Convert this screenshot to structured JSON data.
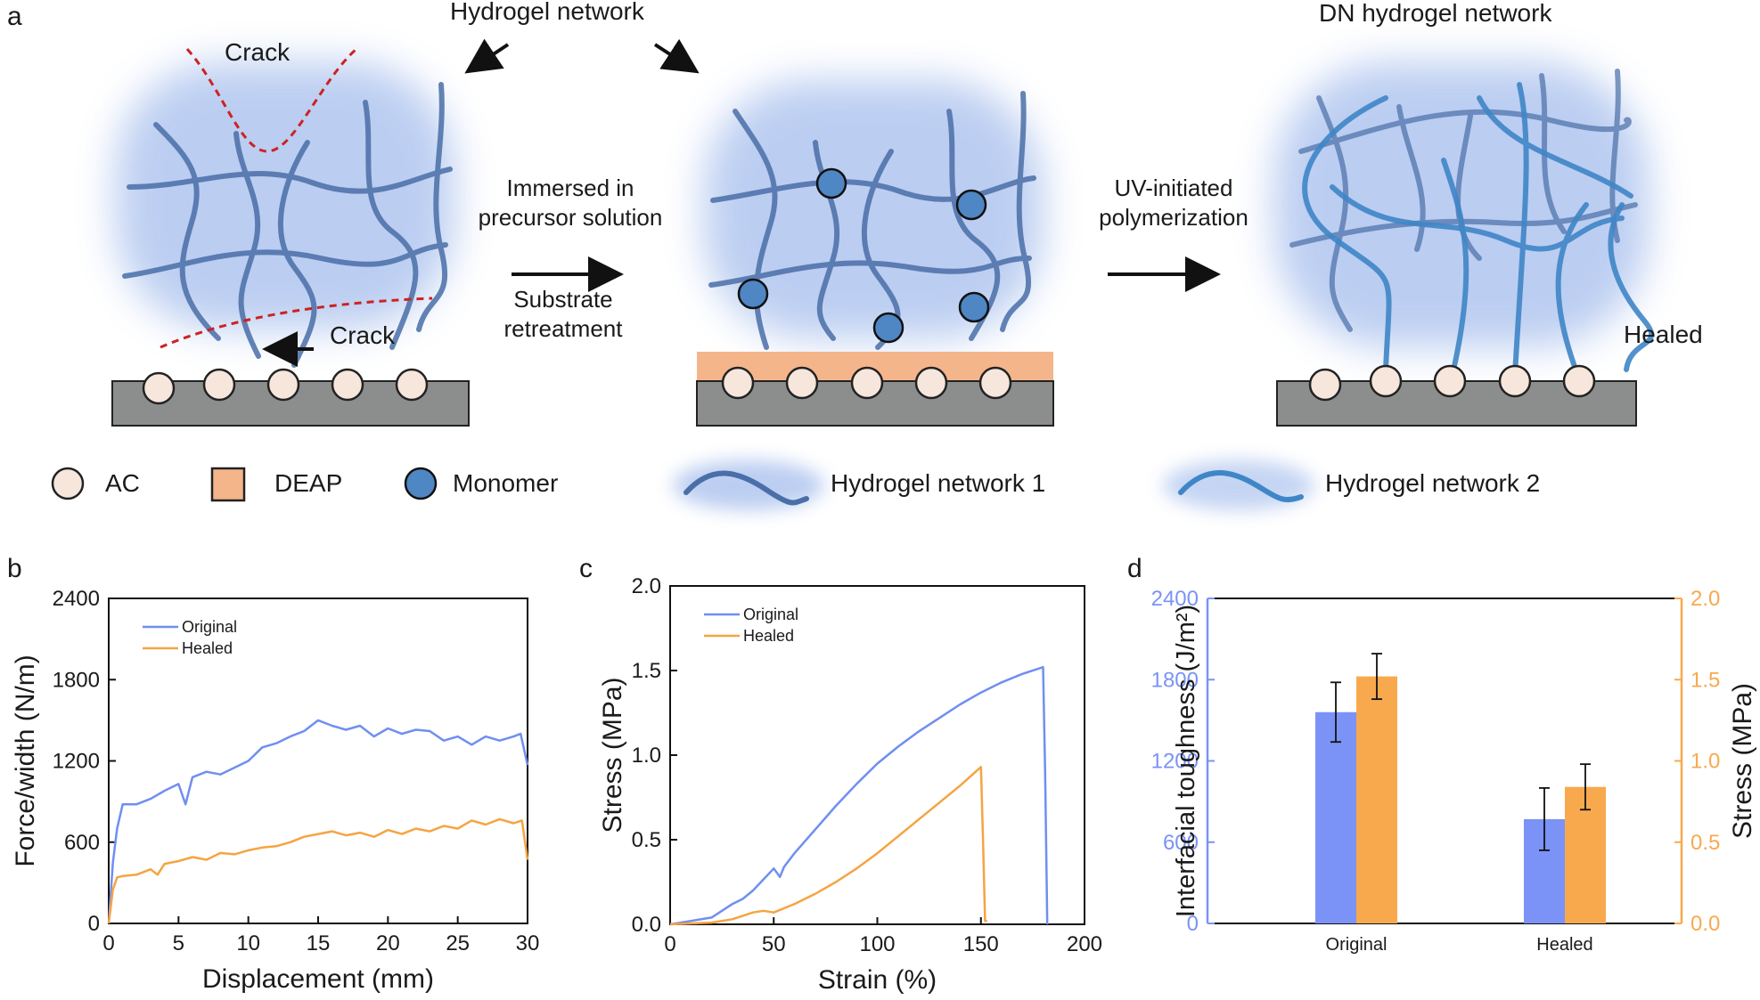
{
  "panel_a": {
    "letter": "a",
    "hydrogel_network": "Hydrogel network",
    "dn_network": "DN hydrogel network",
    "crack_top": "Crack",
    "crack_bottom": "Crack",
    "step1": [
      "Immersed in",
      "precursor solution"
    ],
    "step1_below": [
      "Substrate",
      "retreatment"
    ],
    "step2": [
      "UV-initiated",
      "polymerization"
    ],
    "healed": "Healed",
    "legend": {
      "ac": "AC",
      "deap": "DEAP",
      "monomer": "Monomer",
      "net1": "Hydrogel network 1",
      "net2": "Hydrogel network 2"
    },
    "colors": {
      "net1": "#4a6fa8",
      "net2": "#3f86c7",
      "glow": "#2a66d4",
      "ac": "#f6e6dc",
      "deap": "#f5b58a",
      "monomer": "#4f86c4",
      "substrate": "#8c8e8d",
      "crack": "#cc2222"
    }
  },
  "chart_data": [
    {
      "panel": "b",
      "type": "line",
      "xlabel": "Displacement (mm)",
      "ylabel": "Force/width (N/m)",
      "xlim": [
        0,
        30
      ],
      "ylim": [
        0,
        2400
      ],
      "xticks": [
        0,
        5,
        10,
        15,
        20,
        25,
        30
      ],
      "yticks": [
        0,
        600,
        1200,
        1800,
        2400
      ],
      "legend_position": "top-left",
      "series": [
        {
          "name": "Original",
          "color": "#6f8ff0",
          "x": [
            0,
            0.3,
            0.6,
            1,
            2,
            3,
            4,
            5,
            5.5,
            6,
            7,
            8,
            9,
            10,
            11,
            12,
            13,
            14,
            15,
            16,
            17,
            18,
            19,
            20,
            21,
            22,
            23,
            24,
            25,
            26,
            27,
            28,
            29,
            29.5,
            30
          ],
          "y": [
            0,
            450,
            700,
            880,
            880,
            920,
            980,
            1030,
            880,
            1080,
            1120,
            1100,
            1150,
            1200,
            1300,
            1330,
            1380,
            1420,
            1500,
            1460,
            1430,
            1460,
            1380,
            1440,
            1400,
            1430,
            1420,
            1350,
            1380,
            1320,
            1380,
            1350,
            1380,
            1400,
            1170
          ]
        },
        {
          "name": "Healed",
          "color": "#f5a442",
          "x": [
            0,
            0.3,
            0.6,
            1,
            2,
            3,
            3.5,
            4,
            5,
            6,
            7,
            8,
            9,
            10,
            11,
            12,
            13,
            14,
            15,
            16,
            17,
            18,
            19,
            20,
            21,
            22,
            23,
            24,
            25,
            26,
            27,
            28,
            29,
            29.6,
            30
          ],
          "y": [
            0,
            250,
            340,
            350,
            360,
            400,
            360,
            440,
            460,
            490,
            470,
            520,
            510,
            540,
            560,
            570,
            600,
            640,
            660,
            680,
            650,
            670,
            640,
            690,
            660,
            700,
            680,
            720,
            700,
            760,
            730,
            770,
            740,
            760,
            470
          ]
        }
      ]
    },
    {
      "panel": "c",
      "type": "line",
      "xlabel": "Strain (%)",
      "ylabel": "Stress (MPa)",
      "xlim": [
        0,
        200
      ],
      "ylim": [
        0,
        2.0
      ],
      "xticks": [
        0,
        50,
        100,
        150,
        200
      ],
      "yticks": [
        0.0,
        0.5,
        1.0,
        1.5,
        2.0
      ],
      "legend_position": "top-left",
      "series": [
        {
          "name": "Original",
          "color": "#6f8ff0",
          "x": [
            0,
            10,
            20,
            30,
            35,
            40,
            50,
            53,
            55,
            60,
            70,
            80,
            90,
            100,
            110,
            120,
            130,
            140,
            150,
            160,
            170,
            180,
            181,
            182
          ],
          "y": [
            0,
            0.02,
            0.04,
            0.12,
            0.15,
            0.2,
            0.33,
            0.28,
            0.34,
            0.42,
            0.56,
            0.7,
            0.83,
            0.95,
            1.05,
            1.14,
            1.22,
            1.3,
            1.37,
            1.43,
            1.48,
            1.52,
            0.9,
            0
          ]
        },
        {
          "name": "Healed",
          "color": "#f5a442",
          "x": [
            0,
            10,
            20,
            30,
            40,
            45,
            50,
            60,
            70,
            80,
            90,
            100,
            110,
            120,
            130,
            140,
            150,
            151,
            152,
            153
          ],
          "y": [
            0,
            0.005,
            0.01,
            0.03,
            0.07,
            0.08,
            0.07,
            0.12,
            0.18,
            0.25,
            0.33,
            0.42,
            0.52,
            0.62,
            0.72,
            0.82,
            0.93,
            0.5,
            0.02,
            0.02
          ]
        }
      ]
    },
    {
      "panel": "d",
      "type": "bar",
      "categories": [
        "Original",
        "Healed"
      ],
      "ylabel": "Interfacial toughness (J/m²)",
      "ylabel_right": "Stress (MPa)",
      "ylim": [
        0,
        2400
      ],
      "ylim_right": [
        0,
        2.0
      ],
      "yticks": [
        0,
        600,
        1200,
        1800,
        2400
      ],
      "yticks_right": [
        0.0,
        0.5,
        1.0,
        1.5,
        2.0
      ],
      "left_color": "#7b93f6",
      "right_color": "#f8a94e",
      "toughness": [
        1560,
        770
      ],
      "toughness_err": [
        220,
        230
      ],
      "stress": [
        1.52,
        0.84
      ],
      "stress_err": [
        0.14,
        0.14
      ]
    }
  ]
}
